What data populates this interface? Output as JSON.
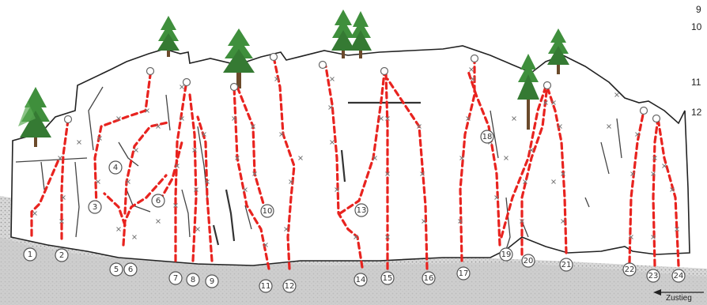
{
  "routes": [
    {
      "number": "1"
    },
    {
      "number": "2"
    },
    {
      "number": "3"
    },
    {
      "number": "4"
    },
    {
      "number": "5"
    },
    {
      "number": "6"
    },
    {
      "number": "6"
    },
    {
      "number": "7"
    },
    {
      "number": "8"
    },
    {
      "number": "9"
    },
    {
      "number": "10"
    },
    {
      "number": "11"
    },
    {
      "number": "12"
    },
    {
      "number": "13"
    },
    {
      "number": "14"
    },
    {
      "number": "15"
    },
    {
      "number": "16"
    },
    {
      "number": "17"
    },
    {
      "number": "18"
    },
    {
      "number": "19"
    },
    {
      "number": "20"
    },
    {
      "number": "21"
    },
    {
      "number": "22"
    },
    {
      "number": "23"
    },
    {
      "number": "24"
    }
  ],
  "side_numbers": [
    "9",
    "10",
    "11",
    "12"
  ],
  "approach": {
    "label": "Zustieg",
    "icon": "arrow-left-icon"
  },
  "colors": {
    "route": "#e8231f",
    "rock": "#ffffff",
    "ground": "#bfbfbf",
    "tree": "#3f8f3c"
  }
}
